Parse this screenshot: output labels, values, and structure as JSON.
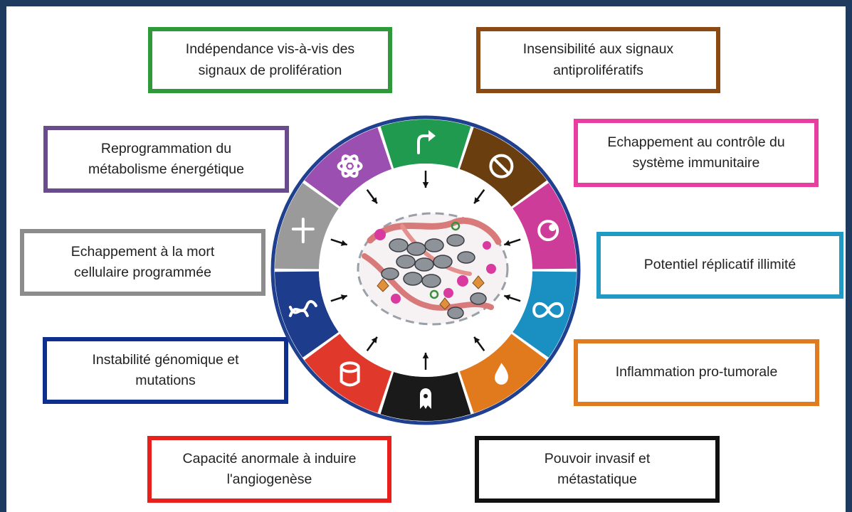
{
  "hallmarks": [
    {
      "id": "proliferation",
      "label": "Indépendance vis-à-vis des\nsignaux de prolifération",
      "color": "#2e9a3a",
      "icon": "arrow-icon"
    },
    {
      "id": "antiproliferative",
      "label": "Insensibilité aux signaux\nantiprolifératifs",
      "color": "#8b4a14",
      "icon": "prohibition-icon"
    },
    {
      "id": "immune",
      "label": "Echappement au contrôle du\nsystème immunitaire",
      "color": "#e83e9f",
      "icon": "immune-cell-icon"
    },
    {
      "id": "replicative",
      "label": "Potentiel réplicatif illimité",
      "color": "#1e9ac4",
      "icon": "infinity-icon"
    },
    {
      "id": "inflammation",
      "label": "Inflammation pro-tumorale",
      "color": "#e07b1f",
      "icon": "flame-icon"
    },
    {
      "id": "invasion",
      "label": "Pouvoir invasif et\nmétastatique",
      "color": "#111111",
      "icon": "invasive-cell-icon"
    },
    {
      "id": "angiogenesis",
      "label": "Capacité anormale à induire\nl'angiogenèse",
      "color": "#e8201c",
      "icon": "vessel-icon"
    },
    {
      "id": "genomic",
      "label": "Instabilité génomique et\nmutations",
      "color": "#0f2f8f",
      "icon": "dna-icon"
    },
    {
      "id": "apoptosis",
      "label": "Echappement à la mort\ncellulaire programmée",
      "color": "#8c8c8c",
      "icon": "cross-icon"
    },
    {
      "id": "metabolism",
      "label": "Reprogrammation du\nmétabolisme énergétique",
      "color": "#6a4c8c",
      "icon": "atom-icon"
    }
  ],
  "wheel_segments": [
    {
      "id": "proliferation",
      "color": "#1f9a4f",
      "icon": "arrow-icon"
    },
    {
      "id": "antiproliferative",
      "color": "#6b3e10",
      "icon": "prohibition-icon"
    },
    {
      "id": "immune",
      "color": "#cc3c98",
      "icon": "immune-cell-icon"
    },
    {
      "id": "replicative",
      "color": "#1a8fc2",
      "icon": "infinity-icon"
    },
    {
      "id": "inflammation",
      "color": "#e07a1c",
      "icon": "flame-icon"
    },
    {
      "id": "invasion",
      "color": "#1a1a1a",
      "icon": "invasive-cell-icon"
    },
    {
      "id": "angiogenesis",
      "color": "#e0392b",
      "icon": "vessel-icon"
    },
    {
      "id": "genomic",
      "color": "#1e3c8c",
      "icon": "dna-icon"
    },
    {
      "id": "apoptosis",
      "color": "#9a9a9a",
      "icon": "cross-icon"
    },
    {
      "id": "metabolism",
      "color": "#9b4fb0",
      "icon": "atom-icon"
    }
  ],
  "center": {
    "icon": "tumor-microenvironment-icon",
    "ring_color": "#1f3f8f"
  }
}
